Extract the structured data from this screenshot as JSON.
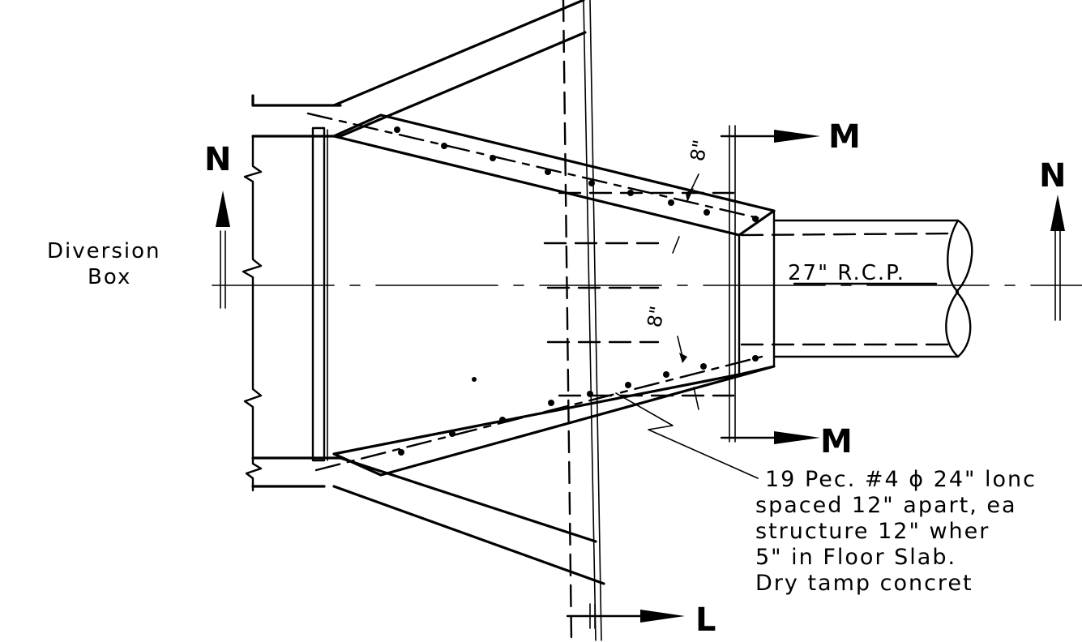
{
  "labels": {
    "diversion_line1": "Diversion",
    "diversion_line2": "Box",
    "pipe": "27\" R.C.P.",
    "section_n": "N",
    "section_m": "M",
    "section_l": "L",
    "dim_top": "8\"",
    "dim_bottom": "8\""
  },
  "note": {
    "line1": "19 Pec. #4 ɸ 24\" lonc",
    "line2": "spaced 12\" apart, ea",
    "line3": "structure 12\" wher",
    "line4": "5\" in Floor Slab.",
    "line5": "Dry tamp concret"
  }
}
